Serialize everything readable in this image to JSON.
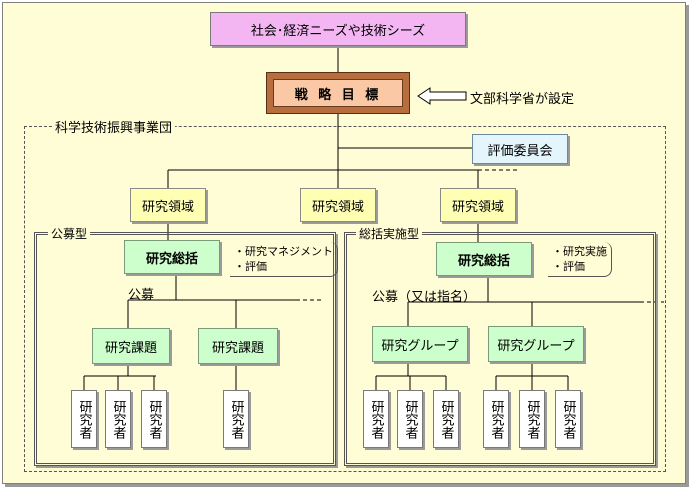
{
  "needs": "社会･経済ニーズや技術シーズ",
  "goal": "戦 略 目 標",
  "goal_setter": "文部科学省が設定",
  "jst": "科学技術振興事業団",
  "evaluation_committee": "評価委員会",
  "research_area": "研究領域",
  "left_group": {
    "type_label": "公募型",
    "supervisor": "研究総括",
    "roles": [
      "・研究マネジメント",
      "・評価"
    ],
    "selection": "公募",
    "unit": "研究課題",
    "researcher": "研究者"
  },
  "right_group": {
    "type_label": "総括実施型",
    "supervisor": "研究総括",
    "roles": [
      "・研究実施",
      "・評価"
    ],
    "selection": "公募（又は指名）",
    "unit": "研究グループ",
    "researcher": "研究者"
  }
}
